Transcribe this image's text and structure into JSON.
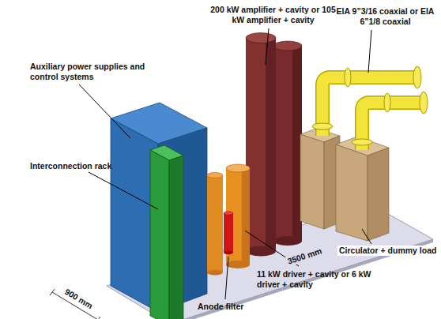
{
  "diagram": {
    "labels": [
      "200 kW amplifier + cavity or 105 kW amplifier + cavity",
      "EIA 9”3/16 coaxial or EIA 6”1/8 coaxial",
      "Auxiliary power supplies and control systems",
      "Interconnection rack",
      "Circulator + dummy load",
      "11 kW driver + cavity or 6 kW driver + cavity",
      "3500 mm",
      "900 mm",
      "Anode filter"
    ]
  }
}
